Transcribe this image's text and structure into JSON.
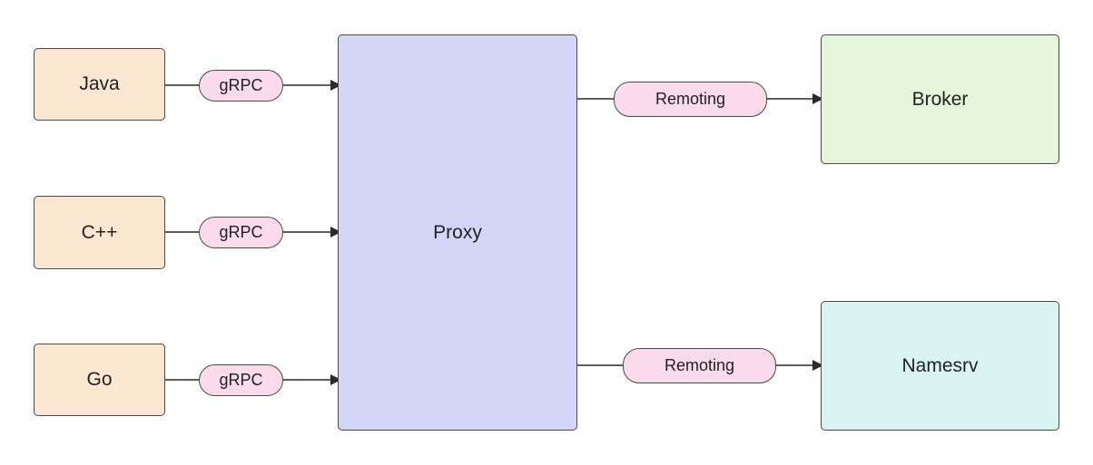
{
  "nodes": {
    "java": "Java",
    "cpp": "C++",
    "go": "Go",
    "proxy": "Proxy",
    "broker": "Broker",
    "namesrv": "Namesrv"
  },
  "edge_labels": {
    "java_proxy": "gRPC",
    "cpp_proxy": "gRPC",
    "go_proxy": "gRPC",
    "proxy_broker": "Remoting",
    "proxy_namesrv": "Remoting"
  },
  "colors": {
    "client_fill": "#fbe6d2",
    "proxy_fill": "#d3d6f6",
    "broker_fill": "#e5f5d9",
    "namesrv_fill": "#daf3f3",
    "label_fill": "#f9dbec",
    "stroke": "#4a4a4a"
  }
}
